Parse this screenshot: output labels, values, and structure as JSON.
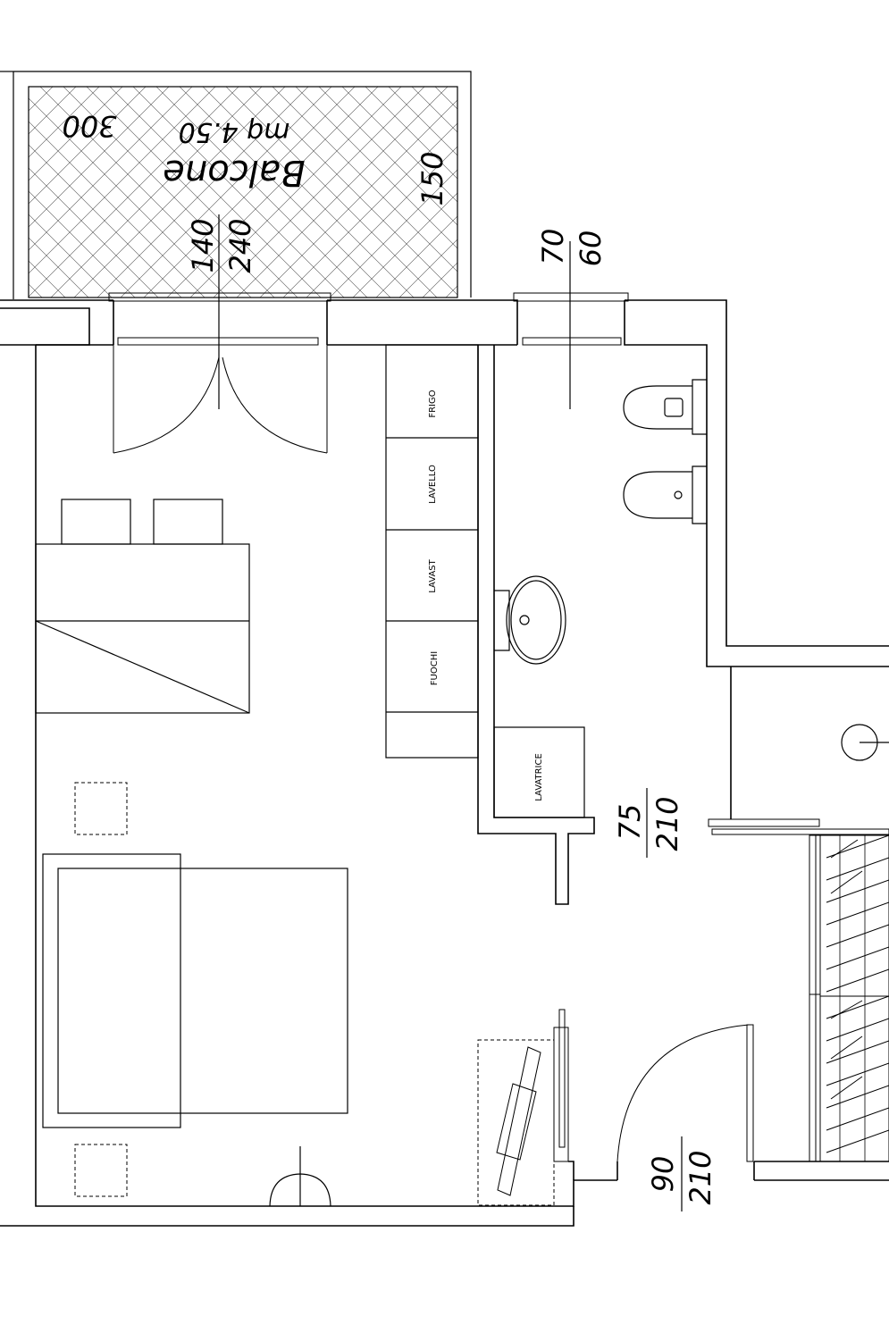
{
  "balcony": {
    "name": "Balcone",
    "area": "mq  4.50",
    "width": "300",
    "depth": "150"
  },
  "fixtures": {
    "frigo": "FRIGO",
    "lavello": "LAVELLO",
    "lavast": "LAVAST",
    "fuochi": "FUOCHI",
    "lavatrice": "LAVATRICE"
  },
  "openings": {
    "balcony_door": {
      "width": "140",
      "height": "240"
    },
    "bath_window": {
      "width": "70",
      "height": "60"
    },
    "bath_door": {
      "width": "75",
      "height": "210"
    },
    "entrance_door": {
      "width": "90",
      "height": "210"
    }
  }
}
